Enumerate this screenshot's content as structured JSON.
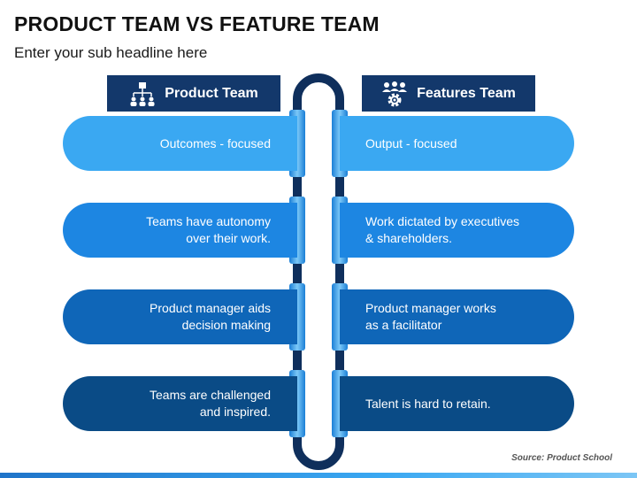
{
  "title": "PRODUCT TEAM VS FEATURE TEAM",
  "subtitle": "Enter your sub headline here",
  "left": {
    "header": "Product Team",
    "icon": "org-chart-icon",
    "items": [
      "Outcomes - focused",
      "Teams have autonomy\nover their work.",
      "Product manager aids\ndecision making",
      "Teams are challenged\nand inspired."
    ]
  },
  "right": {
    "header": "Features Team",
    "icon": "team-gear-icon",
    "items": [
      "Output - focused",
      "Work dictated by executives\n& shareholders.",
      "Product manager works\nas a facilitator",
      "Talent is hard to retain."
    ]
  },
  "source": "Source: Product School",
  "colors": {
    "header": "#13386b",
    "row1": "#3aa8f2",
    "row2": "#1d86e2",
    "row3": "#0f66b8",
    "row4": "#0a4b86",
    "chain": "#0f2f5c"
  }
}
